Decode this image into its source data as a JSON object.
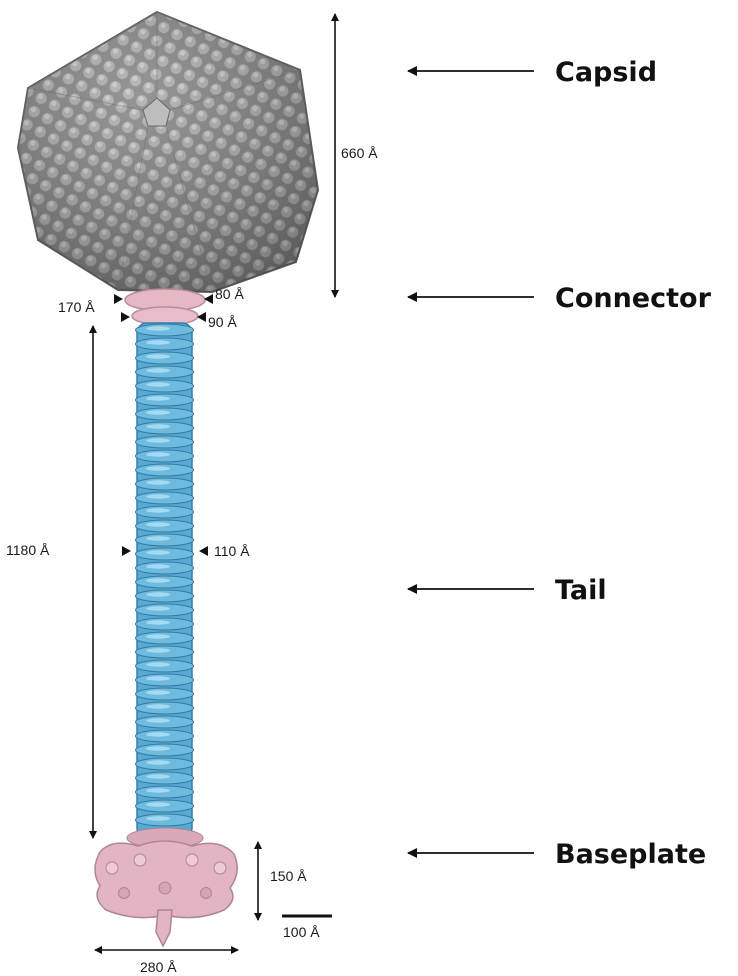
{
  "labels": {
    "capsid": "Capsid",
    "connector": "Connector",
    "tail": "Tail",
    "baseplate": "Baseplate"
  },
  "measurements": {
    "capsid_height": "660 Å",
    "connector_top_width": "80 Å",
    "connector_width": "170 Å",
    "connector_bottom_width": "90 Å",
    "tail_length": "1180 Å",
    "tail_width": "110 Å",
    "baseplate_height": "150 Å",
    "baseplate_width": "280 Å",
    "scale_bar": "100 Å"
  },
  "colors": {
    "capsid": "#8a8a8a",
    "connector": "#e6b8c6",
    "tail": "#5aa9d2",
    "baseplate": "#e3b5c4",
    "arrow": "#111111"
  }
}
